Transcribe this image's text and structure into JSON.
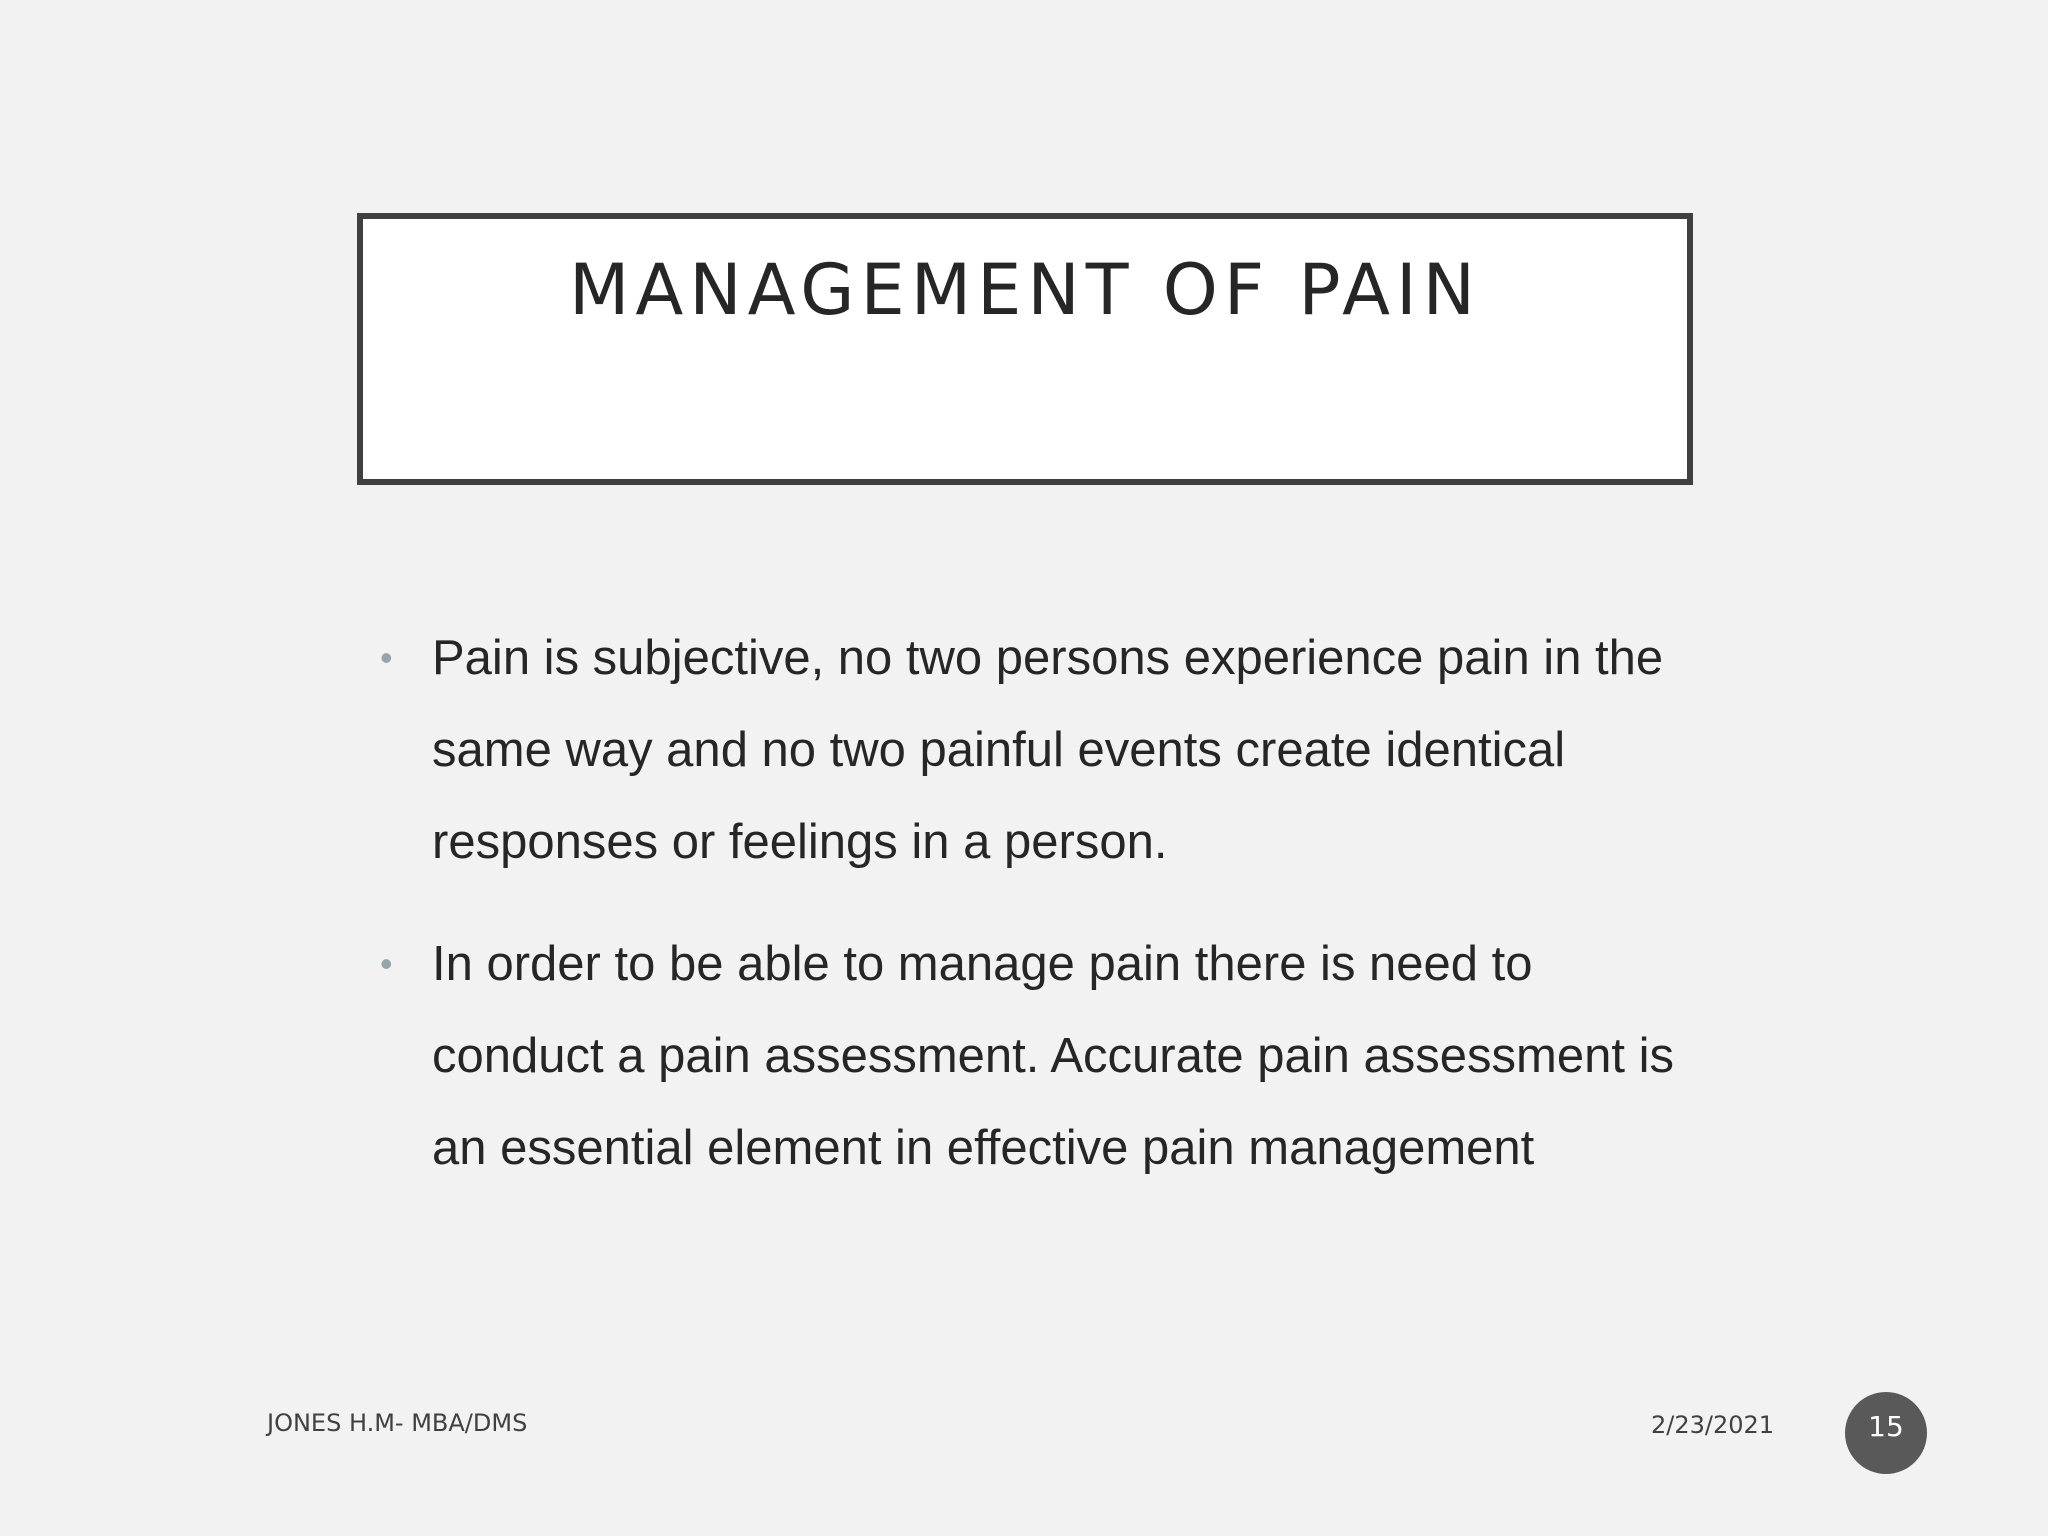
{
  "slide": {
    "title": "MANAGEMENT OF PAIN",
    "bullets": [
      "Pain is subjective, no two persons experience pain in the same way and no two painful events create identical responses or feelings in a person.",
      "In order to be able to manage pain there is need to conduct a pain assessment. Accurate pain assessment is an essential element in effective pain management"
    ],
    "bullet_symbol": "•",
    "footer": {
      "author": "JONES H.M- MBA/DMS",
      "date": "2/23/2021",
      "page_number": "15"
    }
  },
  "colors": {
    "background": "#f3f2f2",
    "title_border": "#404040",
    "bullet_marker": "#94a6ab",
    "page_badge": "#595959"
  }
}
